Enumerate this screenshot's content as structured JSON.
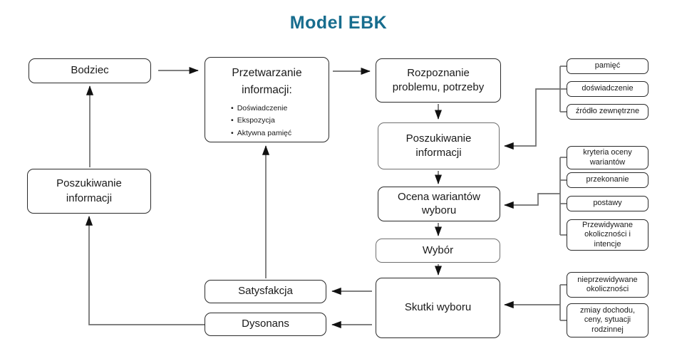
{
  "title": "Model EBK",
  "colors": {
    "title_teal": "#176d8e",
    "wire_gray": "#6e6e6e",
    "arrowhead": "#111111",
    "box_border": "#2a2a2a"
  },
  "nodes": {
    "bodziec": {
      "label": "Bodziec"
    },
    "przetwarzanie": {
      "title": "Przetwarzanie informacji:",
      "bullets": [
        "Doświadczenie",
        "Ekspozycja",
        "Aktywna pamięć"
      ]
    },
    "rozpoznanie": {
      "label": "Rozpoznanie problemu, potrzeby"
    },
    "poszukiwanie_center": {
      "label": "Poszukiwanie informacji"
    },
    "ocena": {
      "label": "Ocena wariantów wyboru"
    },
    "wybor": {
      "label": "Wybór"
    },
    "skutki": {
      "label": "Skutki wyboru"
    },
    "poszukiwanie_left": {
      "label": "Poszukiwanie informacji"
    },
    "satysfakcja": {
      "label": "Satysfakcja"
    },
    "dysonans": {
      "label": "Dysonans"
    }
  },
  "side_groups": [
    {
      "feeds": "Poszukiwanie informacji",
      "items": [
        "pamięć",
        "doświadczenie",
        "źródło zewnętrzne"
      ]
    },
    {
      "feeds": "Ocena wariantów wyboru",
      "items": [
        "kryteria oceny wariantów",
        "przekonanie",
        "postawy",
        "Przewidywane okoliczności i intencje"
      ]
    },
    {
      "feeds": "Skutki wyboru",
      "items": [
        "nieprzewidywane okoliczności",
        "zmiay dochodu, ceny, sytuacji rodzinnej"
      ]
    }
  ]
}
